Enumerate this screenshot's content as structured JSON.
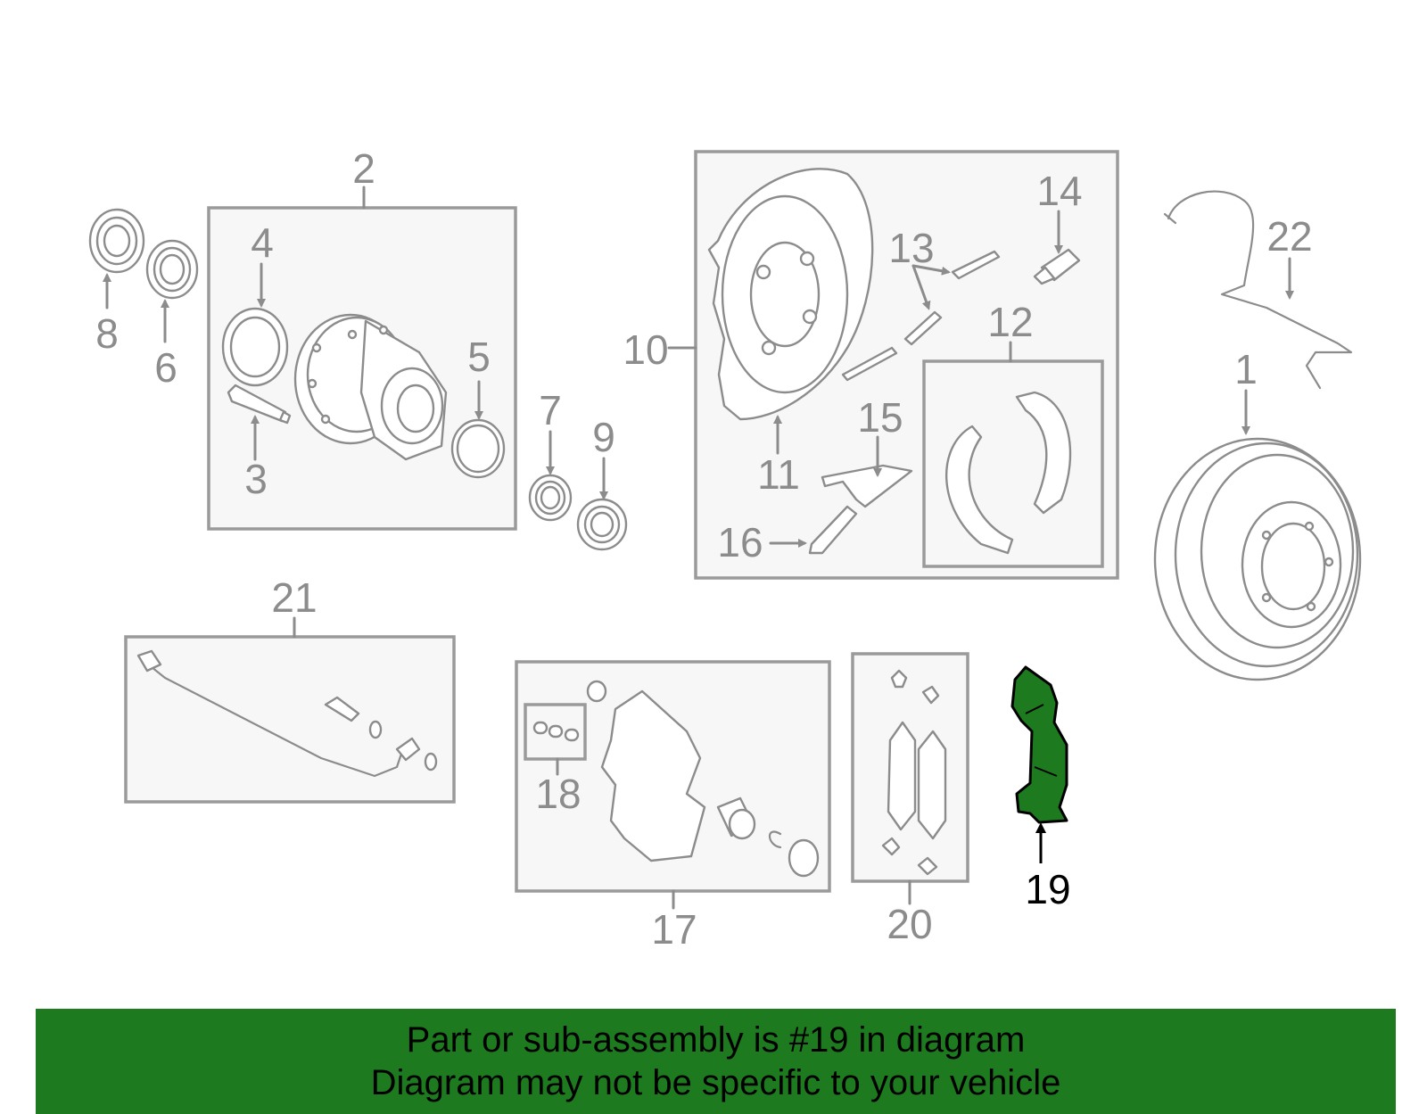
{
  "callouts": {
    "c1": "1",
    "c2": "2",
    "c3": "3",
    "c4": "4",
    "c5": "5",
    "c6": "6",
    "c7": "7",
    "c8": "8",
    "c9": "9",
    "c10": "10",
    "c11": "11",
    "c12": "12",
    "c13": "13",
    "c14": "14",
    "c15": "15",
    "c16": "16",
    "c17": "17",
    "c18": "18",
    "c19": "19",
    "c20": "20",
    "c21": "21",
    "c22": "22"
  },
  "highlight": {
    "part": "19",
    "color": "#1e7a1e"
  },
  "banner": {
    "line1": "Part or sub-assembly is #19 in diagram",
    "line2": "Diagram may not be specific to your vehicle",
    "color": "#1e7a1e"
  }
}
